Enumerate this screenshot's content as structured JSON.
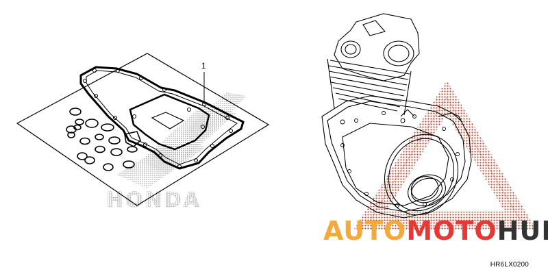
{
  "callout": {
    "part_number": "1"
  },
  "brand_watermark": {
    "text": "HONDA"
  },
  "site_watermark": {
    "part1": "AUTO",
    "part2": "MOTO",
    "part3": "HUB",
    "color_accent": "#f4a93b",
    "color_red": "#e53935",
    "color_dark": "#333333"
  },
  "diagram_code": "HR6LX0200",
  "icons": [
    "gasket-kit-icon",
    "engine-outline-icon",
    "warning-triangle-logo-icon"
  ]
}
